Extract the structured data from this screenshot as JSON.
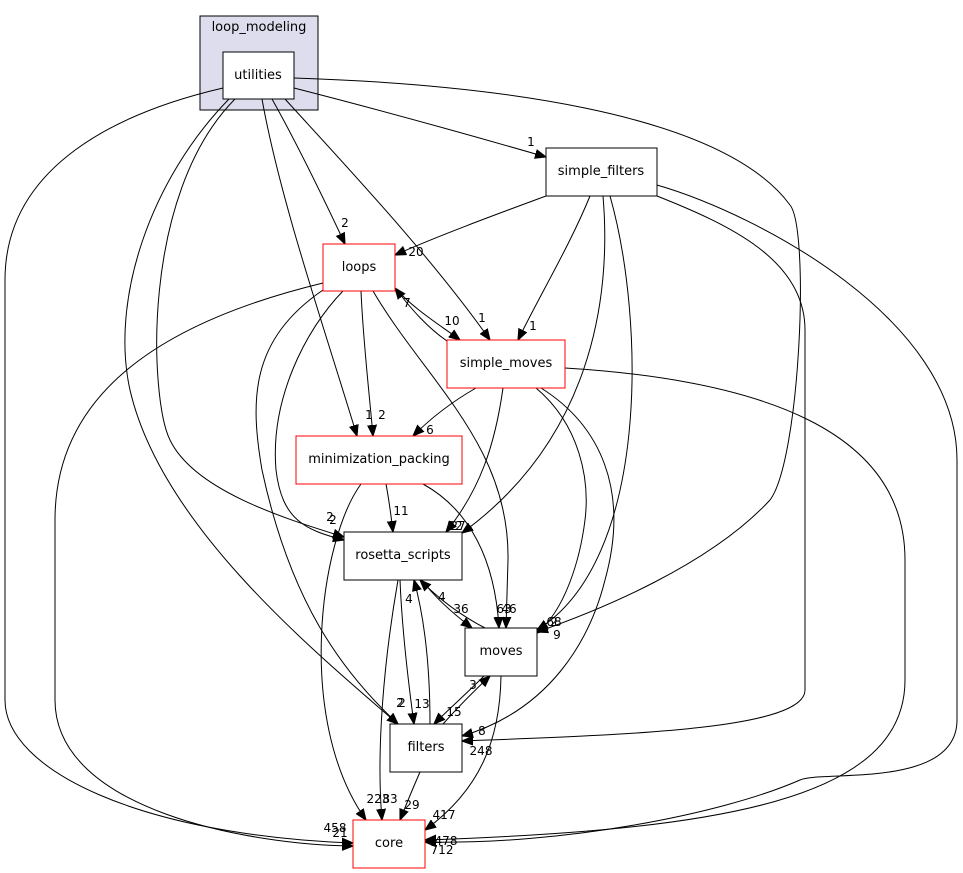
{
  "colors": {
    "cluster_fill": "#ddddee",
    "selected_fill": "#eeeeff",
    "red_border": "#ff0000",
    "black_border": "#000000"
  },
  "cluster": {
    "label": "loop_modeling"
  },
  "nodes": {
    "utilities": {
      "label": "utilities",
      "border": "black",
      "selected": true
    },
    "simple_filters": {
      "label": "simple_filters",
      "border": "black"
    },
    "loops": {
      "label": "loops",
      "border": "red"
    },
    "simple_moves": {
      "label": "simple_moves",
      "border": "red"
    },
    "minimization_packing": {
      "label": "minimization_packing",
      "border": "red"
    },
    "rosetta_scripts": {
      "label": "rosetta_scripts",
      "border": "black"
    },
    "moves": {
      "label": "moves",
      "border": "black"
    },
    "filters": {
      "label": "filters",
      "border": "black"
    },
    "core": {
      "label": "core",
      "border": "red"
    }
  },
  "edges": [
    {
      "from": "utilities",
      "to": "simple_filters",
      "label": "1"
    },
    {
      "from": "utilities",
      "to": "loops",
      "label": "2"
    },
    {
      "from": "utilities",
      "to": "simple_moves",
      "label": "1"
    },
    {
      "from": "utilities",
      "to": "minimization_packing",
      "label": "1"
    },
    {
      "from": "utilities",
      "to": "rosetta_scripts",
      "label": "2"
    },
    {
      "from": "utilities",
      "to": "moves",
      "label": "2"
    },
    {
      "from": "utilities",
      "to": "filters",
      "label": "2"
    },
    {
      "from": "utilities",
      "to": "core",
      "label": "458"
    },
    {
      "from": "simple_filters",
      "to": "loops",
      "label": "20"
    },
    {
      "from": "simple_filters",
      "to": "simple_moves",
      "label": "1"
    },
    {
      "from": "simple_filters",
      "to": "rosetta_scripts",
      "label": "27"
    },
    {
      "from": "simple_filters",
      "to": "moves",
      "label": "68"
    },
    {
      "from": "simple_filters",
      "to": "filters",
      "label": "248"
    },
    {
      "from": "simple_filters",
      "to": "core",
      "label": "478"
    },
    {
      "from": "loops",
      "to": "simple_moves",
      "label": "10"
    },
    {
      "from": "loops",
      "to": "minimization_packing",
      "label": "2"
    },
    {
      "from": "loops",
      "to": "rosetta_scripts",
      "label": "2"
    },
    {
      "from": "loops",
      "to": "moves",
      "label": "46"
    },
    {
      "from": "loops",
      "to": "filters",
      "label": "2"
    },
    {
      "from": "loops",
      "to": "core",
      "label": "21"
    },
    {
      "from": "simple_moves",
      "to": "loops",
      "label": "7"
    },
    {
      "from": "simple_moves",
      "to": "minimization_packing",
      "label": "6"
    },
    {
      "from": "simple_moves",
      "to": "rosetta_scripts",
      "label": "22"
    },
    {
      "from": "simple_moves",
      "to": "moves",
      "label": "9"
    },
    {
      "from": "simple_moves",
      "to": "filters",
      "label": "8"
    },
    {
      "from": "simple_moves",
      "to": "core",
      "label": "712"
    },
    {
      "from": "minimization_packing",
      "to": "rosetta_scripts",
      "label": "11"
    },
    {
      "from": "minimization_packing",
      "to": "moves",
      "label": "63"
    },
    {
      "from": "minimization_packing",
      "to": "core",
      "label": "223"
    },
    {
      "from": "rosetta_scripts",
      "to": "moves",
      "label": "36"
    },
    {
      "from": "rosetta_scripts",
      "to": "filters",
      "label": "13"
    },
    {
      "from": "rosetta_scripts",
      "to": "core",
      "label": "83"
    },
    {
      "from": "moves",
      "to": "rosetta_scripts",
      "label": "4"
    },
    {
      "from": "moves",
      "to": "filters",
      "label": "15"
    },
    {
      "from": "moves",
      "to": "core",
      "label": "417"
    },
    {
      "from": "filters",
      "to": "rosetta_scripts",
      "label": "4"
    },
    {
      "from": "filters",
      "to": "moves",
      "label": "3"
    },
    {
      "from": "filters",
      "to": "core",
      "label": "29"
    }
  ]
}
